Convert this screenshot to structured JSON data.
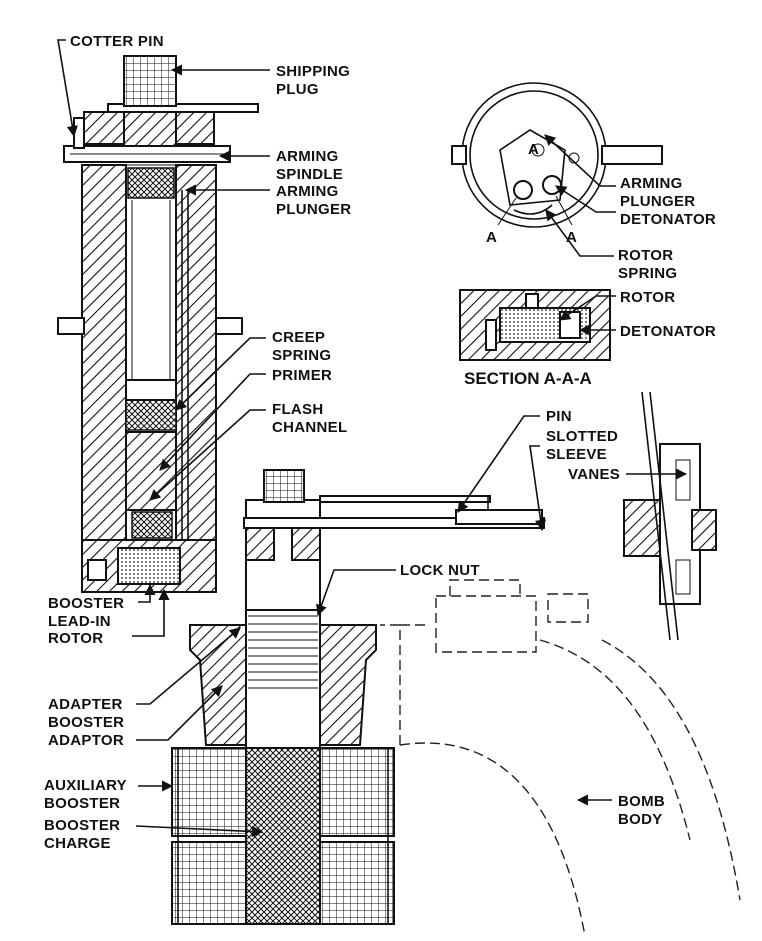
{
  "diagram": {
    "labels": {
      "cotter_pin": "COTTER PIN",
      "shipping_plug_1": "SHIPPING",
      "shipping_plug_2": "PLUG",
      "arming_spindle_1": "ARMING",
      "arming_spindle_2": "SPINDLE",
      "arming_plunger_1": "ARMING",
      "arming_plunger_2": "PLUNGER",
      "creep_spring_1": "CREEP",
      "creep_spring_2": "SPRING",
      "primer": "PRIMER",
      "flash_channel_1": "FLASH",
      "flash_channel_2": "CHANNEL",
      "booster_leadin_1": "BOOSTER",
      "booster_leadin_2": "LEAD-IN",
      "rotor_left": "ROTOR",
      "lock_nut": "LOCK NUT",
      "adapter_booster_1": "ADAPTER",
      "adapter_booster_2": "BOOSTER",
      "adaptor": "ADAPTOR",
      "auxiliary_booster_1": "AUXILIARY",
      "auxiliary_booster_2": "BOOSTER",
      "booster_charge_1": "BOOSTER",
      "booster_charge_2": "CHARGE",
      "bomb_body_1": "BOMB",
      "bomb_body_2": "BODY",
      "pin": "PIN",
      "slotted_sleeve_1": "SLOTTED",
      "slotted_sleeve_2": "SLEEVE",
      "vanes": "VANES",
      "inset_arming_plunger_1": "ARMING",
      "inset_arming_plunger_2": "PLUNGER",
      "inset_detonator": "DETONATOR",
      "rotor_spring_1": "ROTOR",
      "rotor_spring_2": "SPRING",
      "section_rotor": "ROTOR",
      "section_detonator": "DETONATOR",
      "section_title": "SECTION A-A-A",
      "mark_a": "A"
    }
  }
}
